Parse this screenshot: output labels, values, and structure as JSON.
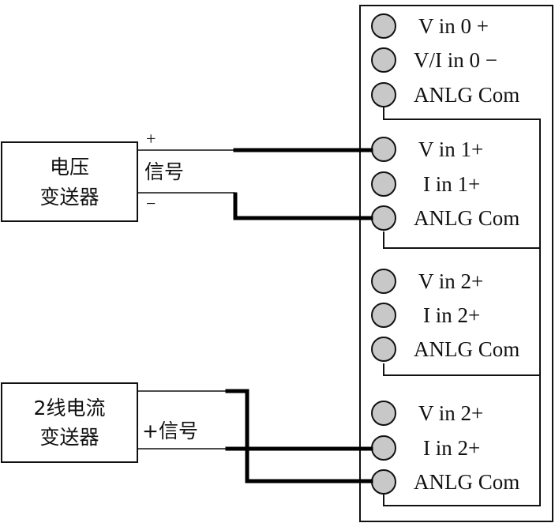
{
  "module": {
    "groups": [
      {
        "terminals": [
          {
            "label": "V in 0 +",
            "wired": false
          },
          {
            "label": "V/I in 0 −",
            "wired": false
          },
          {
            "label": "ANLG Com",
            "wired": false
          }
        ]
      },
      {
        "terminals": [
          {
            "label": "V in 1+",
            "wired": true
          },
          {
            "label": "I in 1+",
            "wired": false
          },
          {
            "label": "ANLG Com",
            "wired": true
          }
        ]
      },
      {
        "terminals": [
          {
            "label": "V in 2+",
            "wired": false
          },
          {
            "label": "I in 2+",
            "wired": false
          },
          {
            "label": "ANLG Com",
            "wired": false
          }
        ]
      },
      {
        "terminals": [
          {
            "label": "V in 2+",
            "wired": false
          },
          {
            "label": "I in 2+",
            "wired": true
          },
          {
            "label": "ANLG Com",
            "wired": true
          }
        ]
      }
    ]
  },
  "voltage_transmitter": {
    "line1": "电压",
    "line2": "变送器",
    "plus_sign": "+",
    "minus_sign": "−",
    "signal_label": "信号"
  },
  "current_transmitter": {
    "line1": "2线电流",
    "line2": "变送器",
    "signal_label": "+信号"
  },
  "colors": {
    "terminal_fill": "#c8c8c8",
    "line": "#111111"
  }
}
